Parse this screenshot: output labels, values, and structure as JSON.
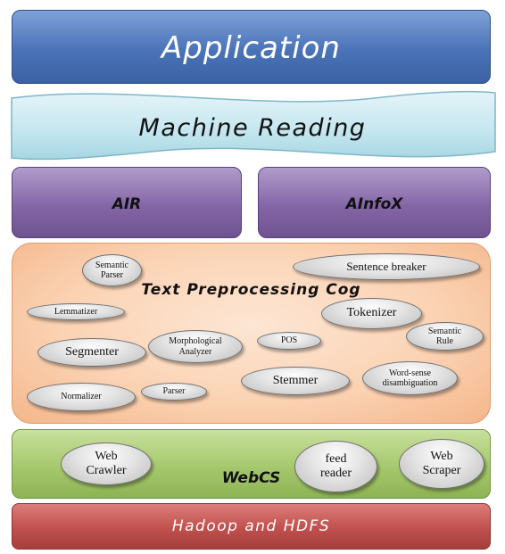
{
  "layers": {
    "application": "Application",
    "machine_reading": "Machine Reading",
    "air": "AIR",
    "ainfox": "AInfoX",
    "text_preprocessing": "Text Preprocessing Cog",
    "webcs": "WebCS",
    "hadoop": "Hadoop and HDFS"
  },
  "text_preprocessing_components": {
    "semantic_parser": "Semantic\nParser",
    "sentence_breaker": "Sentence breaker",
    "lemmatizer": "Lemmatizer",
    "tokenizer": "Tokenizer",
    "semantic_rule": "Semantic\nRule",
    "segmenter": "Segmenter",
    "morphological_analyzer": "Morphological\nAnalyzer",
    "pos": "POS",
    "stemmer": "Stemmer",
    "word_sense_disambiguation": "Word-sense\ndisambiguation",
    "normalizer": "Normalizer",
    "parser": "Parser"
  },
  "webcs_components": {
    "web_crawler": "Web\nCrawler",
    "feed_reader": "feed\nreader",
    "web_scraper": "Web\nScraper"
  },
  "colors": {
    "application": "#4a73b8",
    "machine_reading": "#bfe3ee",
    "air_ainfox": "#8466a6",
    "text_preprocessing": "#f9c9a6",
    "webcs": "#a6c86d",
    "hadoop": "#c0504d"
  }
}
